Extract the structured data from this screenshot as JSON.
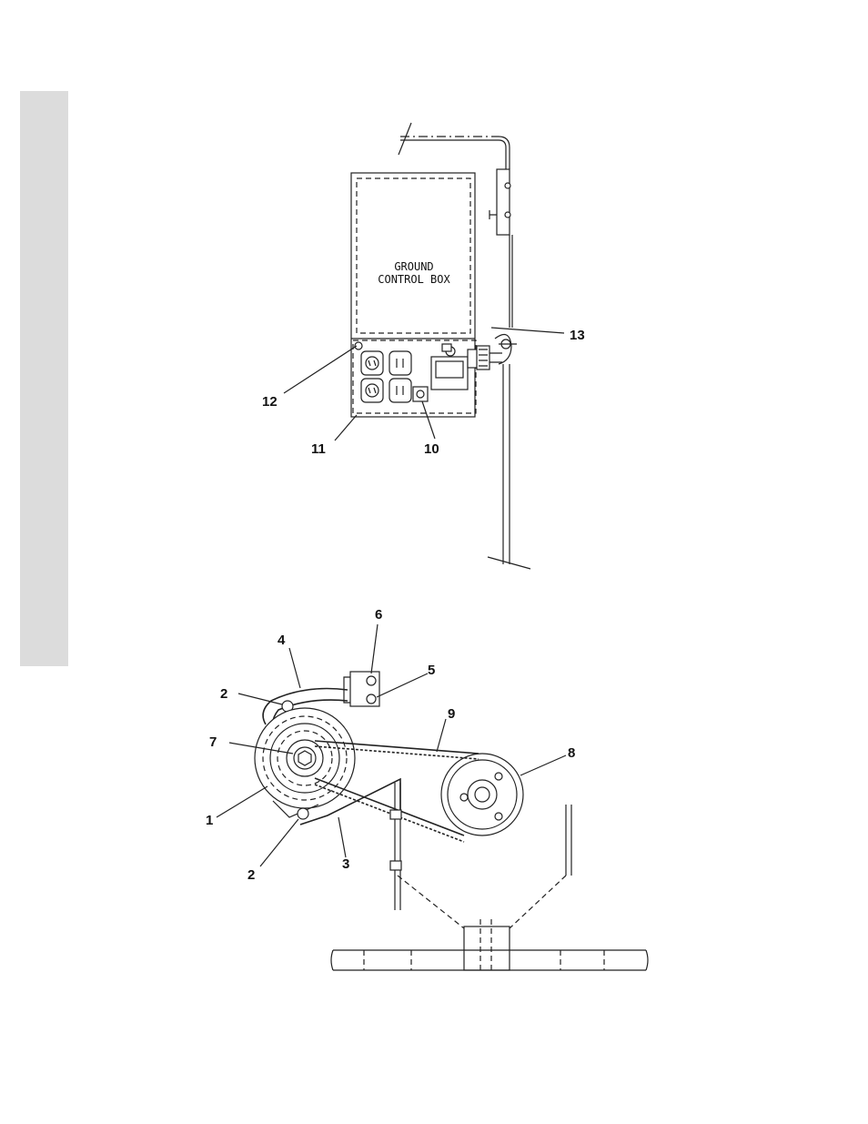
{
  "ground_control_box": {
    "label_line1": "GROUND",
    "label_line2": "CONTROL BOX"
  },
  "callouts": {
    "c1": "1",
    "c2a": "2",
    "c2b": "2",
    "c3": "3",
    "c4": "4",
    "c5": "5",
    "c6": "6",
    "c7": "7",
    "c8": "8",
    "c9": "9",
    "c10": "10",
    "c11": "11",
    "c12": "12",
    "c13": "13"
  }
}
